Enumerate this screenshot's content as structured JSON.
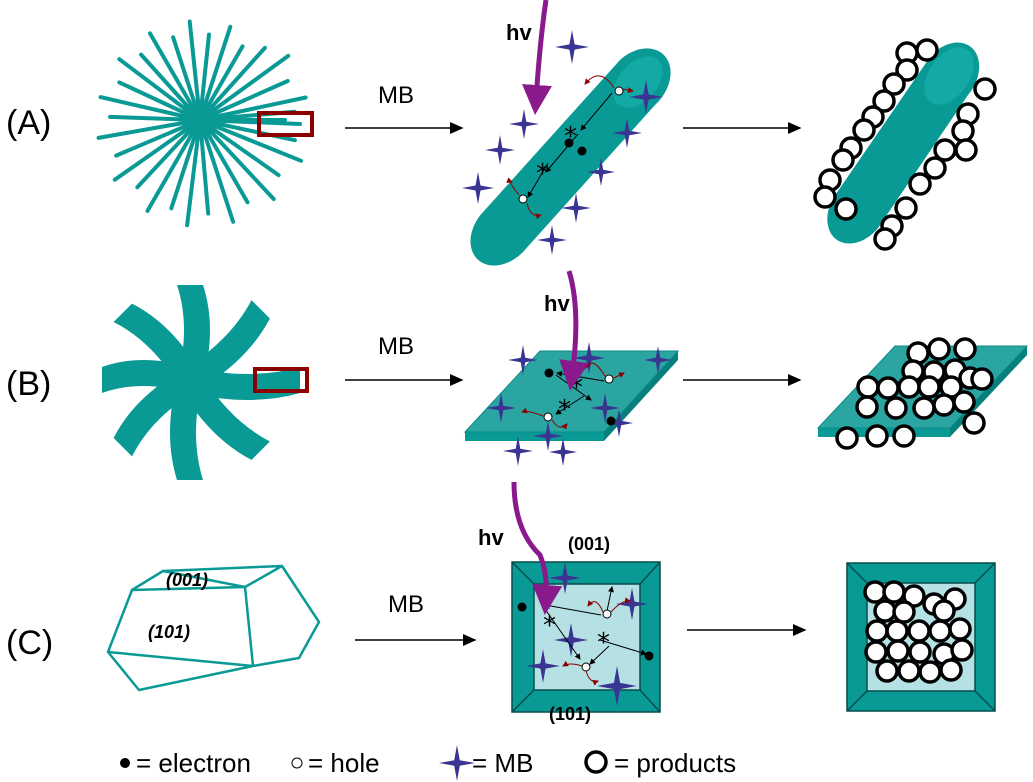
{
  "rows": [
    {
      "label": "(A)",
      "reagent": "MB"
    },
    {
      "label": "(B)",
      "reagent": "MB"
    },
    {
      "label": "(C)",
      "reagent": "MB"
    }
  ],
  "light": "hv",
  "facets": {
    "top": "(001)",
    "side": "(101)"
  },
  "legend": {
    "electron": "= electron",
    "hole": "= hole",
    "mb": "= MB",
    "products": "= products"
  },
  "colors": {
    "teal": "#0a9a96",
    "light_teal": "#b6e1e4",
    "star": "#3a3592",
    "hv_arrow": "#8a1a8c",
    "highlight_box": "#8b0000",
    "electron_path": "#8b0000"
  }
}
